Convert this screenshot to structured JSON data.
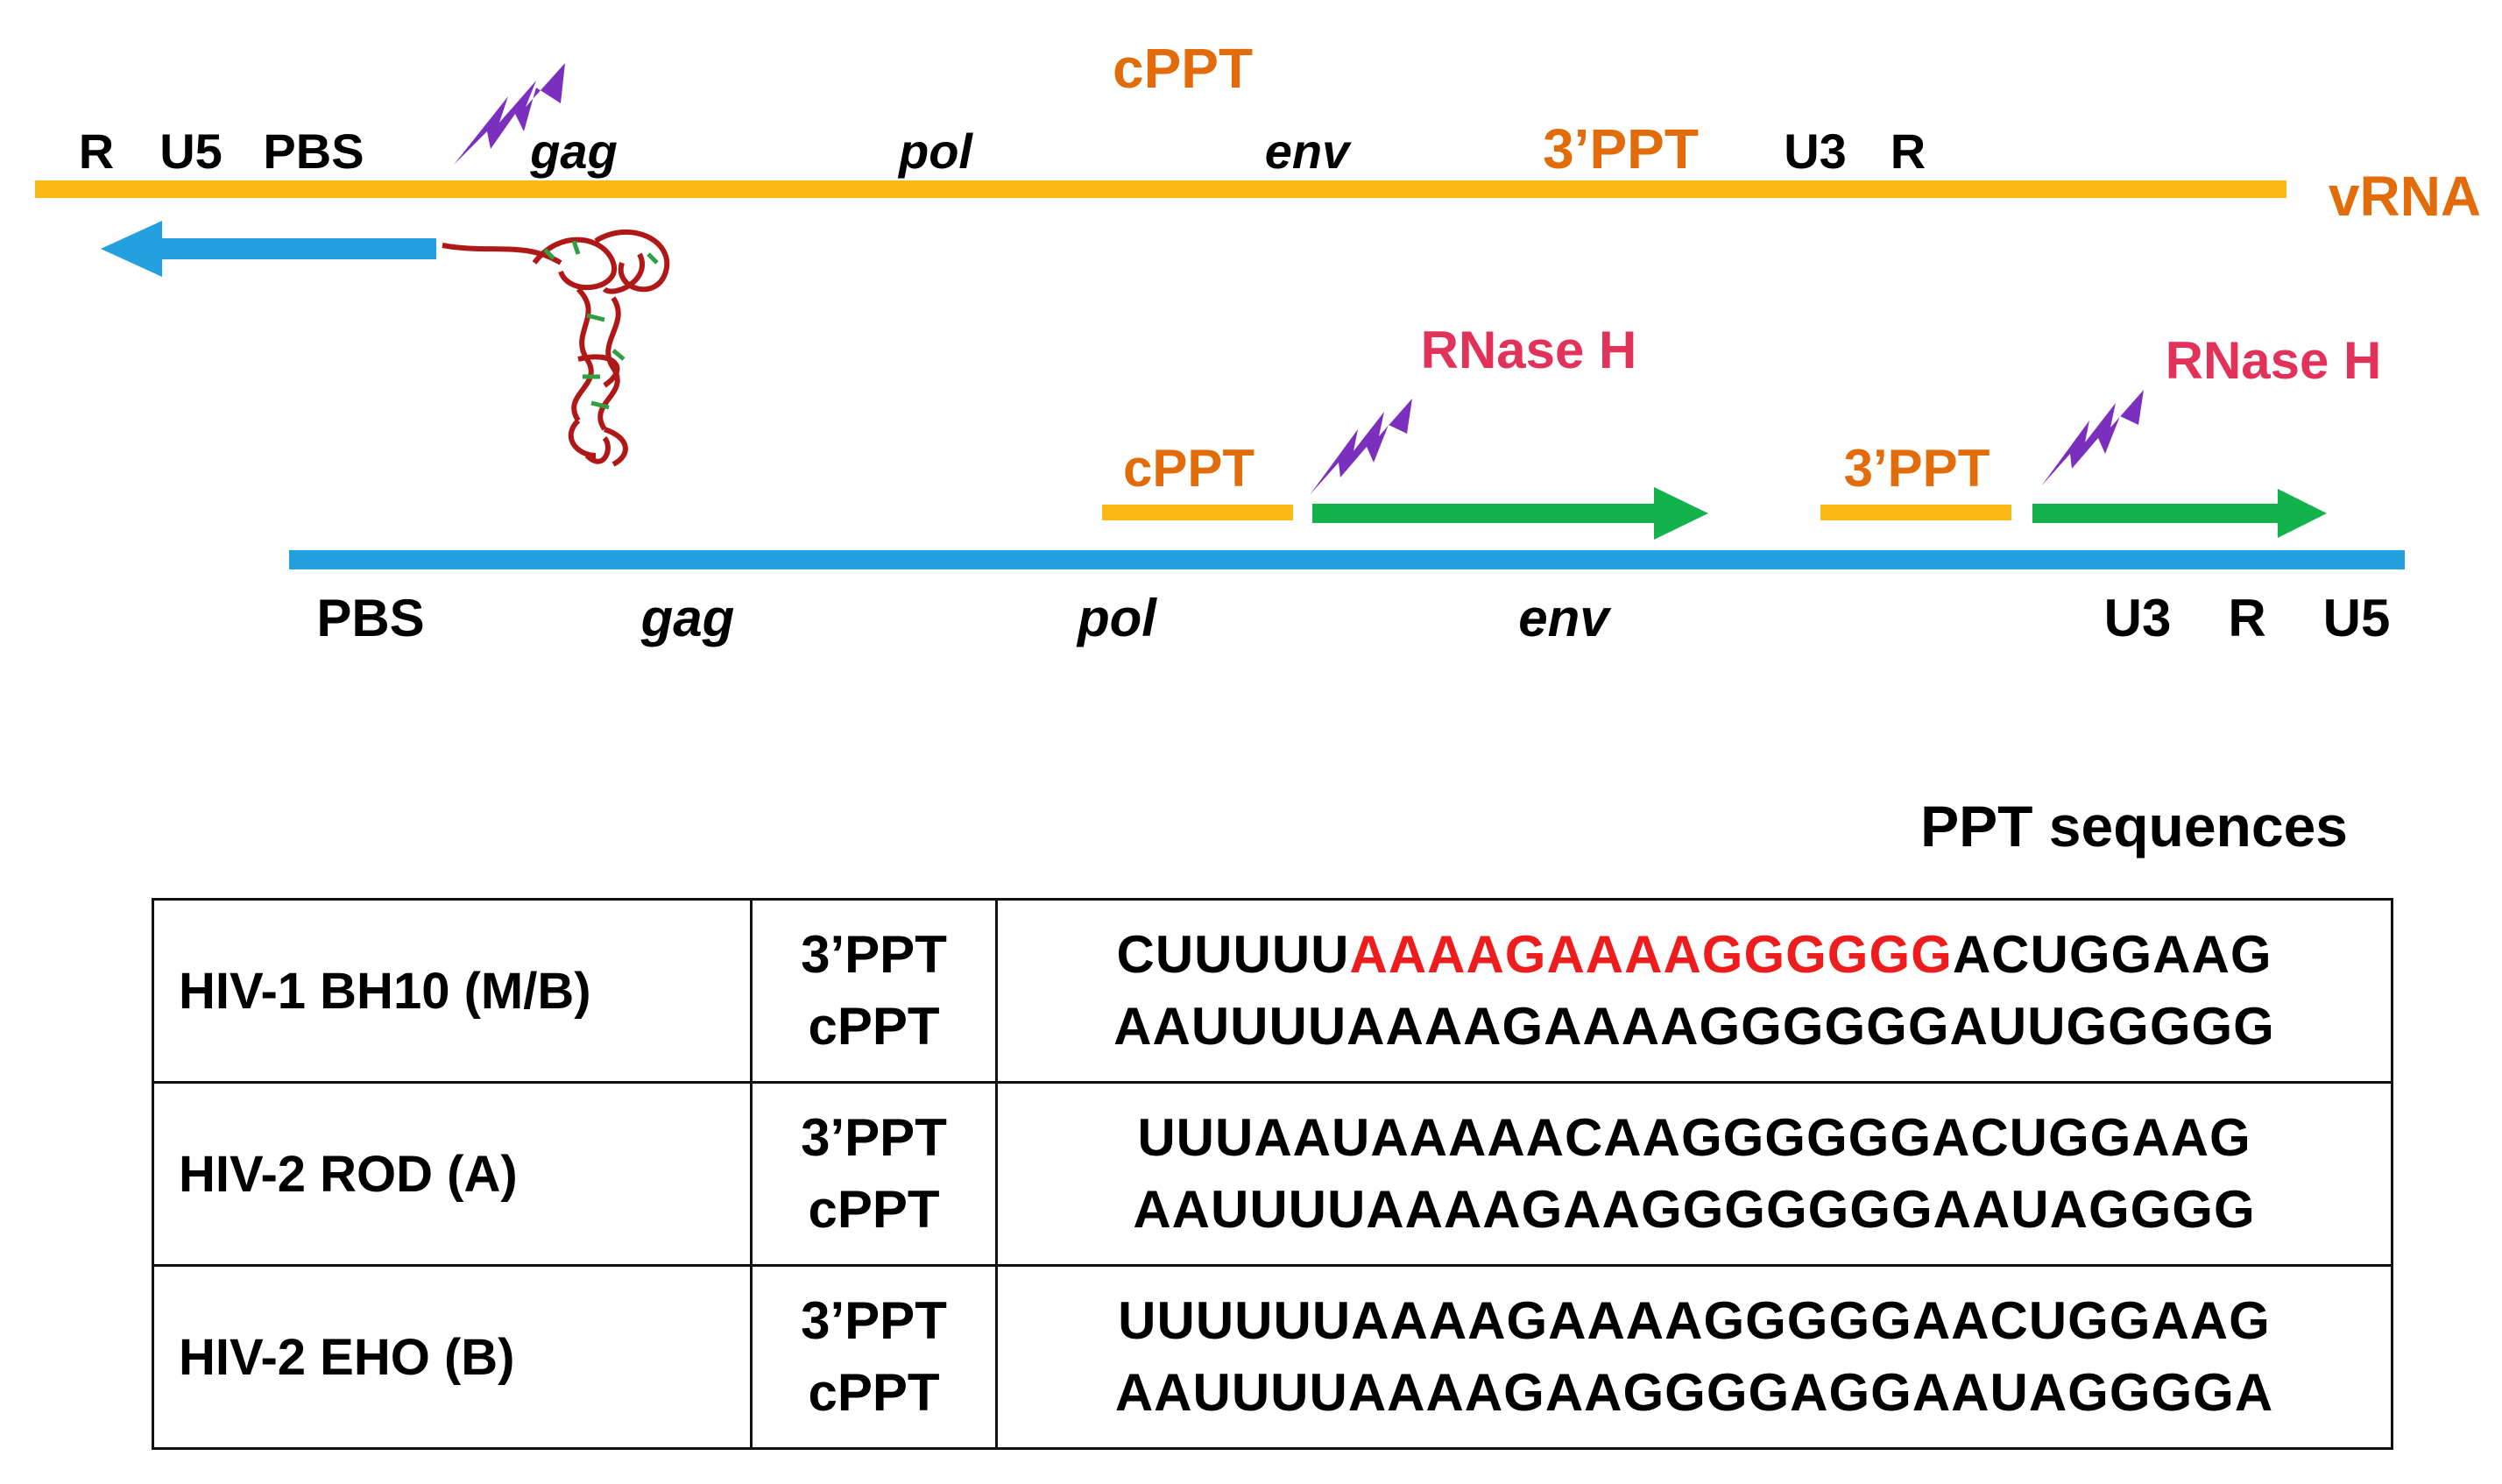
{
  "diagram": {
    "vrna": {
      "top_label": "cPPT",
      "labels": [
        "R",
        "U5",
        "PBS",
        "gag",
        "pol",
        "env",
        "3’PPT",
        "U3",
        "R"
      ],
      "strand_label": "vRNA"
    },
    "dna": {
      "labels": [
        "PBS",
        "gag",
        "pol",
        "env",
        "U3",
        "R",
        "U5"
      ],
      "primer_1": "cPPT",
      "primer_2": "3’PPT",
      "enzyme_1": "RNase H",
      "enzyme_2": "RNase H"
    },
    "icons": [
      "lightning-icon",
      "trna-structure-icon",
      "arrow-left-icon",
      "arrow-right-icon"
    ],
    "colors": {
      "vrna_strand": "#fbb915",
      "dna_strand": "#23a0de",
      "plus_strand": "#13b34c",
      "orange_text": "#e36c0a",
      "rnase_text": "#e2325a",
      "lightning": "#7b2fbf",
      "highlight": "#ee1c1c"
    }
  },
  "ppt": {
    "title": "PPT sequences",
    "rows": [
      {
        "strain": "HIV-1 BH10 (M/B)",
        "type_1": "3’PPT",
        "type_2": "cPPT",
        "seq_1_prefix": "CUUUUU",
        "seq_1_highlight": "AAAAGAAAAGGGGGG",
        "seq_1_suffix": "ACUGGAAG",
        "seq_2": "AAUUUUAAAAGAAAAGGGGGGAUUGGGGG"
      },
      {
        "strain": "HIV-2 ROD (A)",
        "type_1": "3’PPT",
        "type_2": "cPPT",
        "seq_1": "UUUAAUAAAAACAAGGGGGGACUGGAAG",
        "seq_2": "AAUUUUAAAAGAAGGGGGGGAAUAGGGG"
      },
      {
        "strain": "HIV-2 EHO (B)",
        "type_1": "3’PPT",
        "type_2": "cPPT",
        "seq_1": "UUUUUUAAAAGAAAAGGGGGAACUGGAAG",
        "seq_2": "AAUUUUAAAAGAAGGGGAGGAAUAGGGGA"
      }
    ]
  }
}
